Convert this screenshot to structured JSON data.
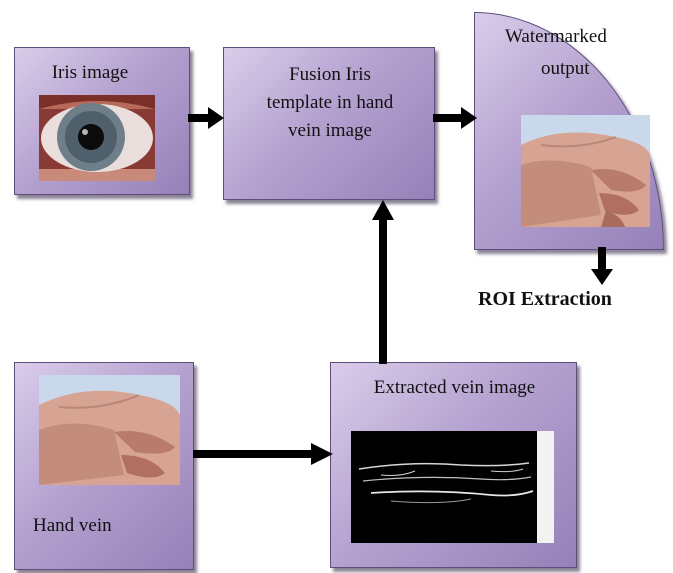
{
  "nodes": {
    "iris": {
      "label": "Iris image"
    },
    "fusion": {
      "label_line1": "Fusion Iris",
      "label_line2": "template in hand",
      "label_line3": "vein image"
    },
    "watermarked": {
      "label_line1": "Watermarked",
      "label_line2": "output"
    },
    "handvein": {
      "label": "Hand vein"
    },
    "extracted": {
      "label": "Extracted vein image"
    }
  },
  "annotations": {
    "roi": "ROI Extraction"
  },
  "colors": {
    "box_light": "#d9cdea",
    "box_mid": "#b5a2d0",
    "box_dark": "#9681b8",
    "arrow": "#000000"
  }
}
